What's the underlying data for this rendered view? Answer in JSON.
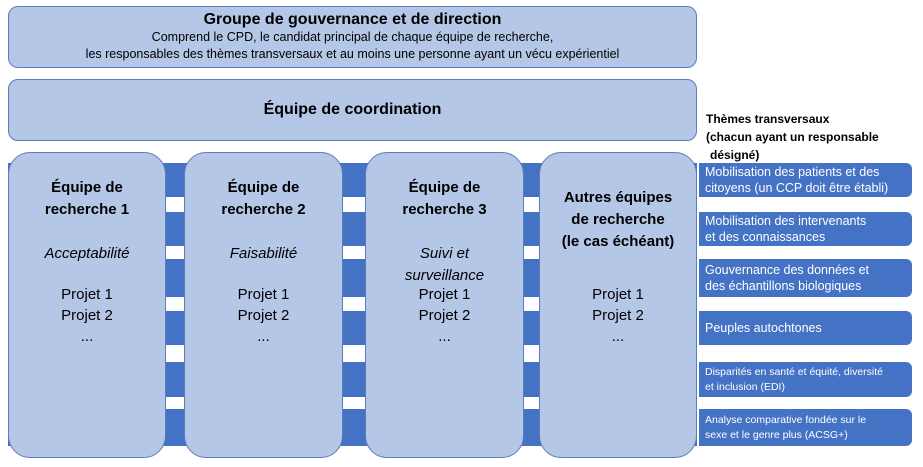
{
  "governance": {
    "title": "Groupe de gouvernance et de direction",
    "line1": "Comprend le CPD, le candidat principal de chaque équipe de recherche,",
    "line2": "les responsables des thèmes transversaux et au moins une personne ayant un vécu expérientiel"
  },
  "coordination": {
    "title": "Équipe de coordination"
  },
  "teams": [
    {
      "name_line1": "Équipe de",
      "name_line2": "recherche 1",
      "focus_line1": "Acceptabilité",
      "focus_line2": "",
      "project1": "Projet 1",
      "project2": "Projet 2",
      "more": "..."
    },
    {
      "name_line1": "Équipe de",
      "name_line2": "recherche 2",
      "focus_line1": "Faisabilité",
      "focus_line2": "",
      "project1": "Projet 1",
      "project2": "Projet 2",
      "more": "..."
    },
    {
      "name_line1": "Équipe de",
      "name_line2": "recherche 3",
      "focus_line1": "Suivi et",
      "focus_line2": "surveillance",
      "project1": "Projet 1",
      "project2": "Projet 2",
      "more": "..."
    },
    {
      "name_line1": "Autres équipes",
      "name_line2": "de recherche",
      "name_line3": "(le cas échéant)",
      "project1": "Projet 1",
      "project2": "Projet 2",
      "more": "..."
    }
  ],
  "themes": {
    "heading_line1": "Thèmes transversaux",
    "heading_line2": "(chacun ayant un responsable",
    "heading_line3": "désigné)",
    "items": [
      {
        "line1": "Mobilisation des patients et des",
        "line2": "citoyens (un CCP doit être établi)"
      },
      {
        "line1": "Mobilisation des intervenants",
        "line2": "et des connaissances"
      },
      {
        "line1": "Gouvernance des données et",
        "line2": "des échantillons biologiques"
      },
      {
        "line1": "Peuples autochtones",
        "line2": ""
      },
      {
        "line1": "Disparités en santé et équité, diversité",
        "line2": "et inclusion (EDI)"
      },
      {
        "line1": "Analyse comparative fondée sur le",
        "line2": "sexe et le genre plus (ACSG+)"
      }
    ]
  },
  "colors": {
    "light_box": "#b4c7e7",
    "box_border": "#5b7db9",
    "band": "#4472c4"
  }
}
